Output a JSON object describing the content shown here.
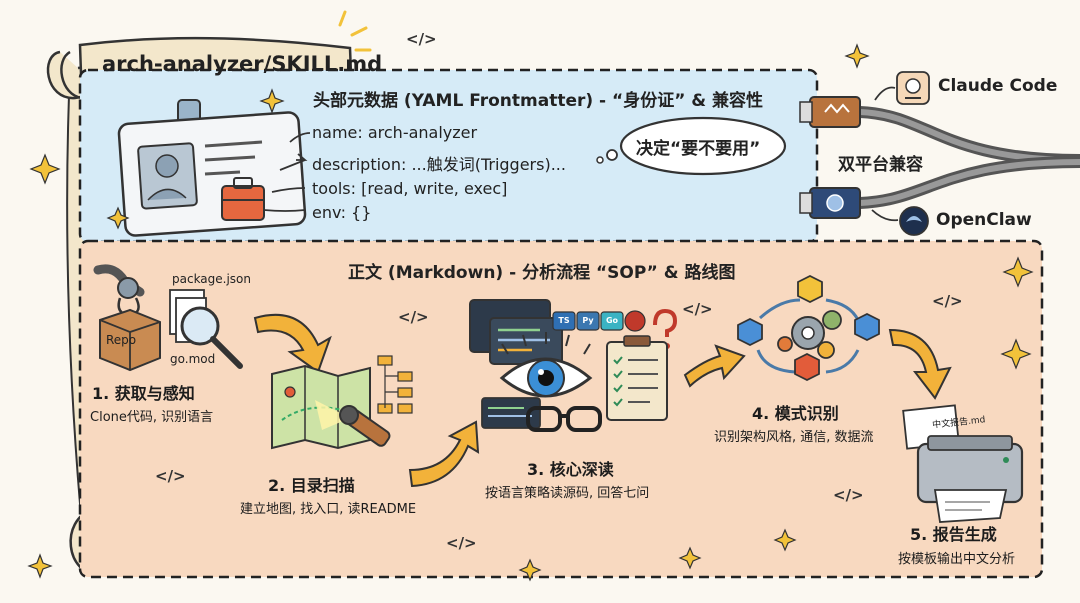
{
  "skill": {
    "file_title": "arch-analyzer/SKILL.md"
  },
  "frontmatter": {
    "header": "头部元数据 (YAML Frontmatter) - “身份证” & 兼容性",
    "fields": {
      "name": "name: arch-analyzer",
      "description": "description: ...触发词(Triggers)...",
      "tools": "tools: [read, write, exec]",
      "env": "env: {}"
    },
    "bubble": "决定“要不要用”"
  },
  "platforms": {
    "top": "Claude Code",
    "bottom": "OpenClaw",
    "compat_label": "双平台兼容"
  },
  "body": {
    "header": "正文 (Markdown) - 分析流程 “SOP” & 路线图",
    "steps": [
      {
        "title": "1. 获取与感知",
        "desc": "Clone代码, 识别语言"
      },
      {
        "title": "2. 目录扫描",
        "desc": "建立地图, 找入口, 读README"
      },
      {
        "title": "3. 核心深读",
        "desc": "按语言策略读源码, 回答七问"
      },
      {
        "title": "4. 模式识别",
        "desc": "识别架构风格, 通信, 数据流"
      },
      {
        "title": "5. 报告生成",
        "desc": "按模板输出中文分析"
      }
    ],
    "labels": {
      "repo_box": "Repo",
      "package_json": "package.json",
      "go_mod": "go.mod",
      "report_file": "中文报告.md"
    },
    "languages": [
      "TS",
      "Py",
      "Go"
    ],
    "code_mark": "</>"
  },
  "colors": {
    "frontmatter_bg": "#d6ebf7",
    "body_bg": "#f8d9c0",
    "scroll": "#f3e7cb",
    "arrow": "#f2b23a"
  }
}
